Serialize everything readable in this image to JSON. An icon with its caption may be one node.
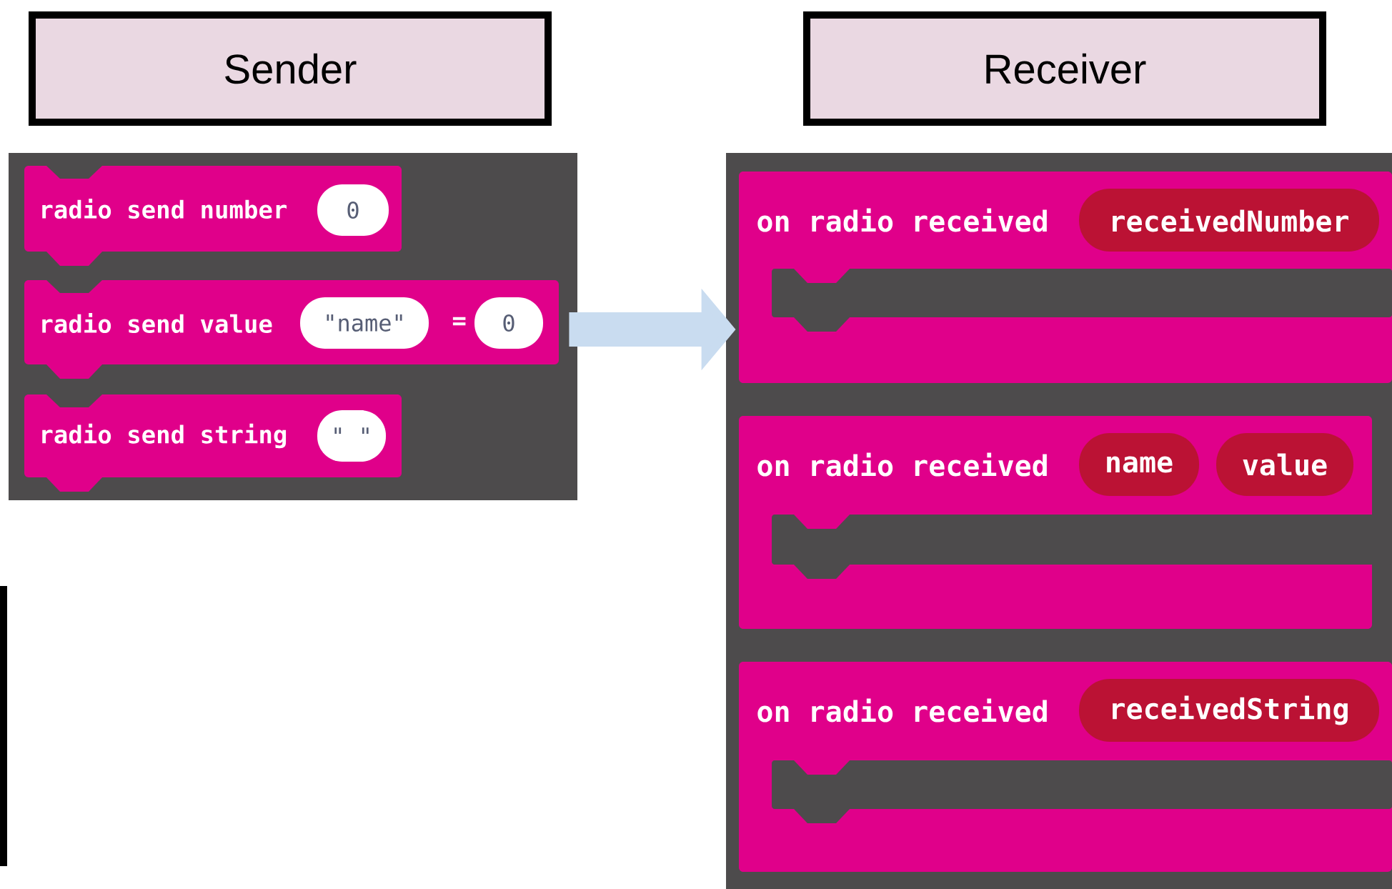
{
  "diagram": {
    "nodes": [
      {
        "text": [
          "Sender"
        ]
      },
      {
        "text": [
          "Receiver"
        ]
      },
      {
        "text": [],
        "shape": "box"
      },
      {
        "text": [
          "radio send number"
        ],
        "in": 2
      },
      {
        "text": [
          "0"
        ],
        "in": 3
      },
      {
        "text": [
          "radio send value",
          "="
        ],
        "in": 2
      },
      {
        "text": [
          "\"name\""
        ],
        "in": 5
      },
      {
        "text": [
          "0"
        ],
        "in": 5
      },
      {
        "text": [
          "radio send string"
        ],
        "in": 2
      },
      {
        "text": [
          "\" \""
        ],
        "in": 8
      },
      {
        "text": [],
        "shape": "box"
      },
      {
        "text": [
          "on radio received"
        ],
        "in": 10
      },
      {
        "text": [
          "receivedNumber"
        ],
        "in": 11
      },
      {
        "text": [
          "on radio received"
        ],
        "in": 10
      },
      {
        "text": [
          "name"
        ],
        "in": 13
      },
      {
        "text": [
          "value"
        ],
        "in": 13
      },
      {
        "text": [
          "on radio received"
        ],
        "in": 10
      },
      {
        "text": [
          "receivedString"
        ],
        "in": 16
      }
    ],
    "edges": [
      {
        "from": 2,
        "to": 10,
        "arrow": "to"
      }
    ]
  }
}
